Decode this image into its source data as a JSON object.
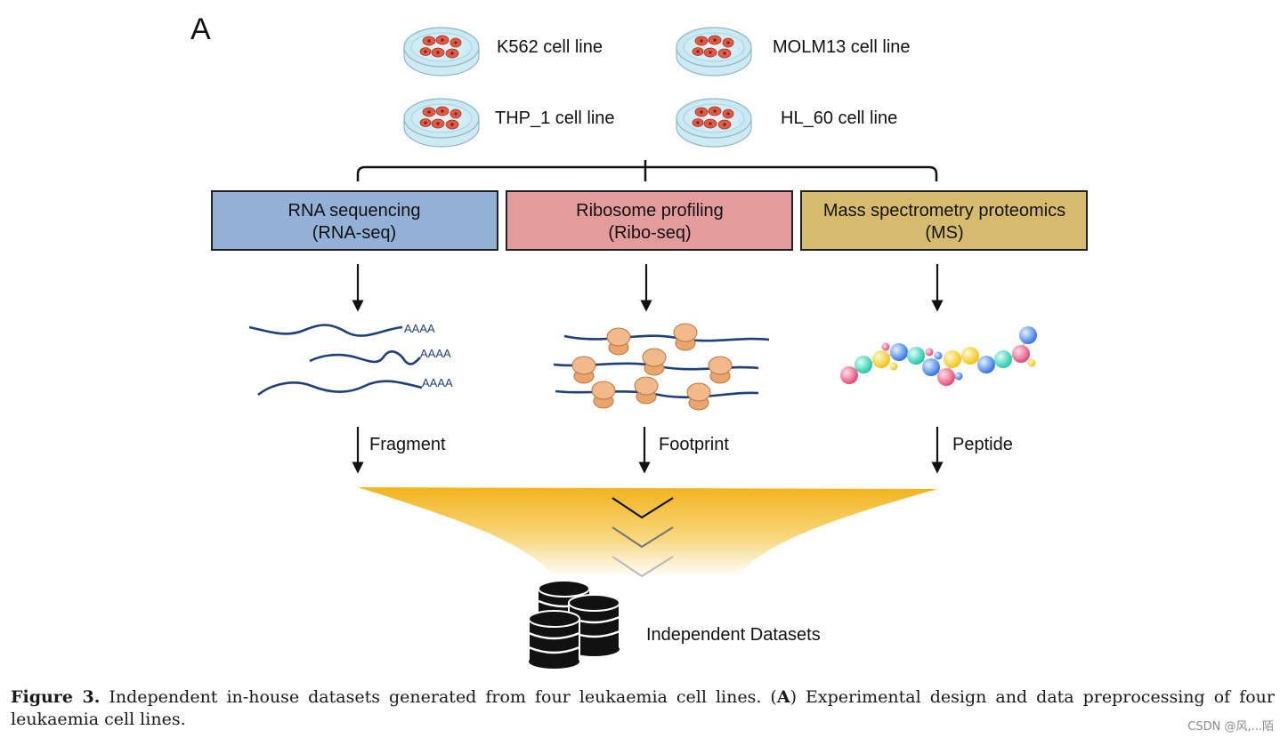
{
  "panel_label": "A",
  "cell_lines": [
    "K562 cell line",
    "MOLM13 cell line",
    "THP_1 cell line",
    "HL_60 cell line"
  ],
  "methods": [
    {
      "line1": "RNA sequencing",
      "line2": "(RNA-seq)",
      "color": "#93b0d6"
    },
    {
      "line1": "Ribosome profiling",
      "line2": "(Ribo-seq)",
      "color": "#e49b9b"
    },
    {
      "line1": "Mass spectrometry proteomics",
      "line2": "(MS)",
      "color": "#d7bb6c"
    }
  ],
  "poly_a_label": "AAAA",
  "products": [
    "Fragment",
    "Footprint",
    "Peptide"
  ],
  "output_label": "Independent Datasets",
  "caption": {
    "figure_label": "Figure 3.",
    "text_1": "Independent in-house datasets generated from four leukaemia cell lines. (",
    "panel_ref": "A",
    "text_2": ") Experimental design and data preprocessing of four leukaemia cell lines."
  },
  "watermark": "CSDN @风,...陌",
  "colors": {
    "rna_strand": "#1f3f7a",
    "ribosome": "#efb27e",
    "funnel_top": "#f2b31d",
    "dish_cell": "#e05a45"
  }
}
